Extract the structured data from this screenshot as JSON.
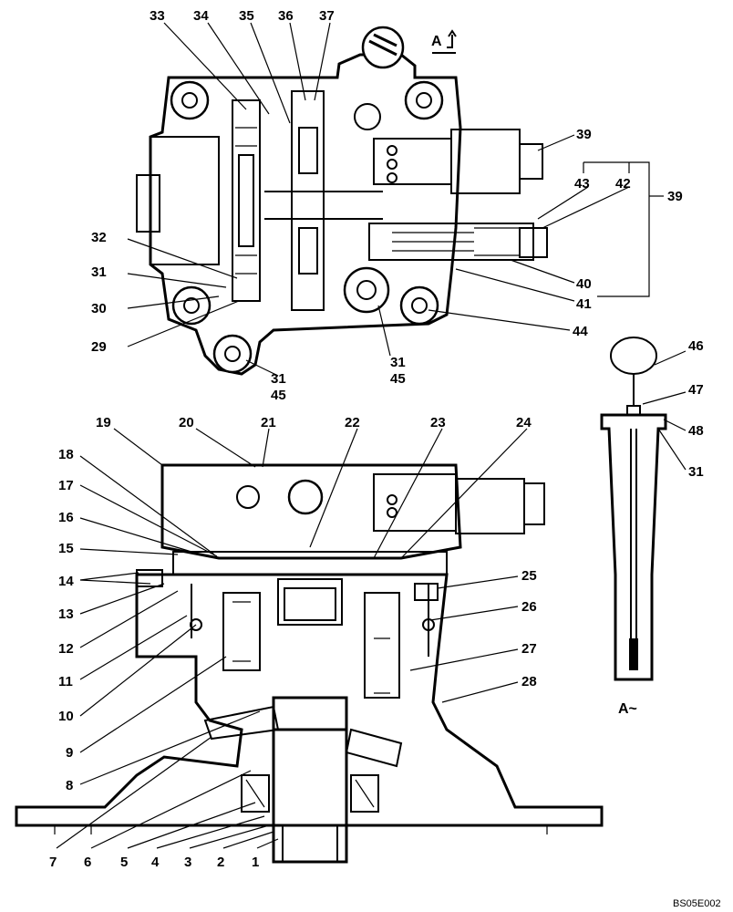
{
  "view_labels": {
    "view_a_arrow": "A",
    "view_a_caption": "A~"
  },
  "drawing_code": "BS05E002",
  "callouts": [
    {
      "id": "c33",
      "text": "33"
    },
    {
      "id": "c34",
      "text": "34"
    },
    {
      "id": "c35",
      "text": "35"
    },
    {
      "id": "c36",
      "text": "36"
    },
    {
      "id": "c37",
      "text": "37"
    },
    {
      "id": "c39a",
      "text": "39"
    },
    {
      "id": "c43",
      "text": "43"
    },
    {
      "id": "c42",
      "text": "42"
    },
    {
      "id": "c39b",
      "text": "39"
    },
    {
      "id": "c32",
      "text": "32"
    },
    {
      "id": "c31a",
      "text": "31"
    },
    {
      "id": "c30",
      "text": "30"
    },
    {
      "id": "c29",
      "text": "29"
    },
    {
      "id": "c40",
      "text": "40"
    },
    {
      "id": "c41",
      "text": "41"
    },
    {
      "id": "c44",
      "text": "44"
    },
    {
      "id": "c31b",
      "text": "31"
    },
    {
      "id": "c45b",
      "text": "45"
    },
    {
      "id": "c31c",
      "text": "31"
    },
    {
      "id": "c45c",
      "text": "45"
    },
    {
      "id": "c46",
      "text": "46"
    },
    {
      "id": "c47",
      "text": "47"
    },
    {
      "id": "c48",
      "text": "48"
    },
    {
      "id": "c31d",
      "text": "31"
    },
    {
      "id": "c19",
      "text": "19"
    },
    {
      "id": "c20",
      "text": "20"
    },
    {
      "id": "c21",
      "text": "21"
    },
    {
      "id": "c22",
      "text": "22"
    },
    {
      "id": "c23",
      "text": "23"
    },
    {
      "id": "c24",
      "text": "24"
    },
    {
      "id": "c18",
      "text": "18"
    },
    {
      "id": "c17",
      "text": "17"
    },
    {
      "id": "c16",
      "text": "16"
    },
    {
      "id": "c15",
      "text": "15"
    },
    {
      "id": "c14",
      "text": "14"
    },
    {
      "id": "c13",
      "text": "13"
    },
    {
      "id": "c12",
      "text": "12"
    },
    {
      "id": "c11",
      "text": "11"
    },
    {
      "id": "c10",
      "text": "10"
    },
    {
      "id": "c9",
      "text": "9"
    },
    {
      "id": "c8",
      "text": "8"
    },
    {
      "id": "c25",
      "text": "25"
    },
    {
      "id": "c26",
      "text": "26"
    },
    {
      "id": "c27",
      "text": "27"
    },
    {
      "id": "c28",
      "text": "28"
    },
    {
      "id": "c7",
      "text": "7"
    },
    {
      "id": "c6",
      "text": "6"
    },
    {
      "id": "c5",
      "text": "5"
    },
    {
      "id": "c4",
      "text": "4"
    },
    {
      "id": "c3",
      "text": "3"
    },
    {
      "id": "c2",
      "text": "2"
    },
    {
      "id": "c1",
      "text": "1"
    }
  ]
}
